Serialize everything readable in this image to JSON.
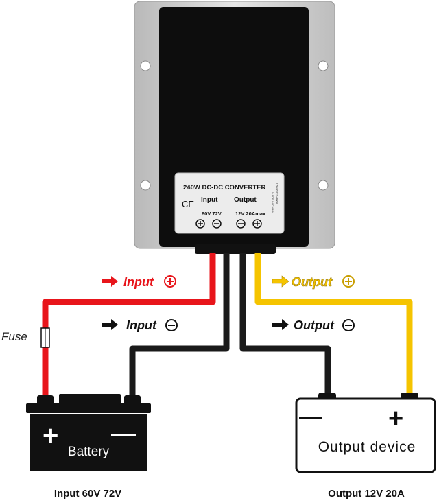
{
  "converter": {
    "title": "240W DC-DC CONVERTER",
    "input_heading": "Input",
    "output_heading": "Output",
    "input_voltage": "60V 72V",
    "output_rating": "12V 20Amax",
    "ce_mark": "CE",
    "side_text": "17040432-0006",
    "side_text_2": "MADE IN CHINA"
  },
  "wires": {
    "input_positive": "Input",
    "input_negative": "Input",
    "output_positive": "Output",
    "output_negative": "Output",
    "fuse": "Fuse"
  },
  "battery": {
    "label": "Battery",
    "plus": "+",
    "minus": "—"
  },
  "output_device": {
    "label": "Output device",
    "plus": "+",
    "minus": "—"
  },
  "captions": {
    "input": "Input 60V 72V",
    "output": "Output 12V 20A"
  },
  "colors": {
    "positive_input": "#e8151b",
    "positive_output": "#f5c400",
    "negative": "#1a1a1a",
    "case": "#c9c9c9"
  }
}
